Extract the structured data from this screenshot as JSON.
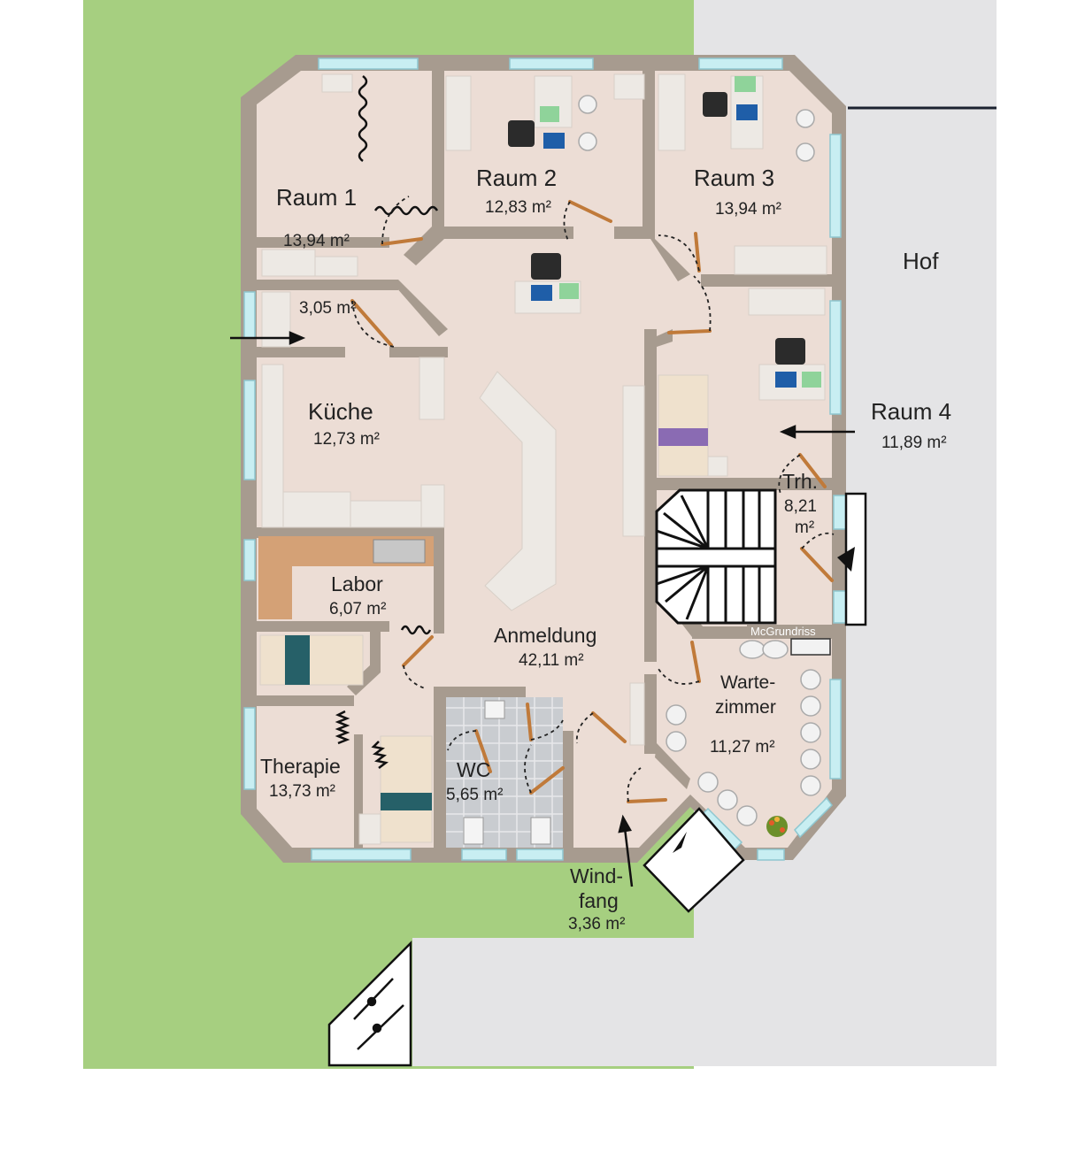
{
  "colors": {
    "lawn": "#a6cf80",
    "yard": "#e4e4e6",
    "wall": "#a79b8f",
    "floor": "#ecddd5",
    "furniture": "#ede9e4",
    "window": "#c8eef2",
    "door": "#c07a3a",
    "wc_tile": "#c9ccd0",
    "counter": "#d4a176"
  },
  "outside": {
    "court_label": "Hof"
  },
  "rooms": [
    {
      "id": "raum1",
      "name": "Raum 1",
      "area": "13,94 m²"
    },
    {
      "id": "raum2",
      "name": "Raum 2",
      "area": "12,83 m²"
    },
    {
      "id": "raum3",
      "name": "Raum 3",
      "area": "13,94 m²"
    },
    {
      "id": "abstell",
      "name": "",
      "area": "3,05 m²"
    },
    {
      "id": "kueche",
      "name": "Küche",
      "area": "12,73 m²"
    },
    {
      "id": "raum4",
      "name": "Raum 4",
      "area": "11,89 m²"
    },
    {
      "id": "trh",
      "name": "Trh.",
      "area_line1": "8,21",
      "area_line2": "m²"
    },
    {
      "id": "labor",
      "name": "Labor",
      "area": "6,07 m²"
    },
    {
      "id": "anmeldung",
      "name": "Anmeldung",
      "area": "42,11 m²"
    },
    {
      "id": "warte",
      "name_line1": "Warte-",
      "name_line2": "zimmer",
      "area": "11,27 m²"
    },
    {
      "id": "therapie",
      "name": "Therapie",
      "area": "13,73 m²"
    },
    {
      "id": "wc",
      "name": "WC",
      "area": "5,65 m²"
    },
    {
      "id": "windfang",
      "name_line1": "Wind-",
      "name_line2": "fang",
      "area": "3,36 m²"
    }
  ],
  "brand": "McGrundriss",
  "icons": [
    "entrance-arrow-icon",
    "door-swing-icon",
    "radiator-icon",
    "bicycle-icon",
    "plant-icon",
    "staircase-icon"
  ]
}
